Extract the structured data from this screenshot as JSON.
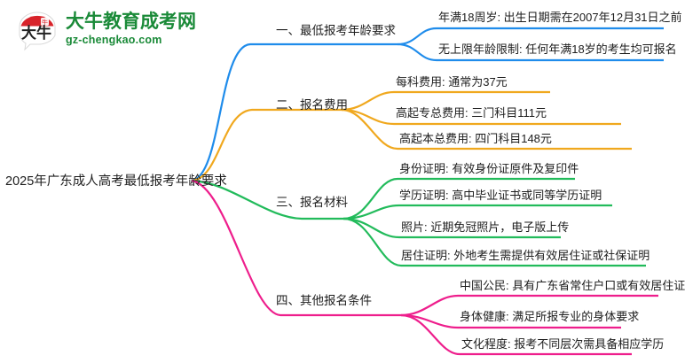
{
  "logo": {
    "mark_name": "daniu-speech-bubble-logo",
    "title": "大牛教育成考网",
    "subtitle": "gz-chengkao.com",
    "color": "#1a8a38",
    "accent": "#d8232a"
  },
  "mindmap": {
    "root": {
      "label": "2025年广东成人高考最低报考年龄要求"
    },
    "branches": [
      {
        "label": "一、最低报考年龄要求",
        "color": "#1f8ceb",
        "children": [
          {
            "label": "年满18周岁: 出生日期需在2007年12月31日之前"
          },
          {
            "label": "无上限年龄限制: 任何年满18岁的考生均可报名"
          }
        ]
      },
      {
        "label": "二、报名费用",
        "color": "#f0a81e",
        "children": [
          {
            "label": "每科费用: 通常为37元"
          },
          {
            "label": "高起专总费用: 三门科目111元"
          },
          {
            "label": "高起本总费用: 四门科目148元"
          }
        ]
      },
      {
        "label": "三、报名材料",
        "color": "#22bb5b",
        "children": [
          {
            "label": "身份证明: 有效身份证原件及复印件"
          },
          {
            "label": "学历证明: 高中毕业证书或同等学历证明"
          },
          {
            "label": "照片: 近期免冠照片，电子版上传"
          },
          {
            "label": "居住证明: 外地考生需提供有效居住证或社保证明"
          }
        ]
      },
      {
        "label": "四、其他报名条件",
        "color": "#ee1e8c",
        "children": [
          {
            "label": "中国公民: 具有广东省常住户口或有效居住证"
          },
          {
            "label": "身体健康: 满足所报专业的身体要求"
          },
          {
            "label": "文化程度: 报考不同层次需具备相应学历"
          }
        ]
      }
    ]
  }
}
